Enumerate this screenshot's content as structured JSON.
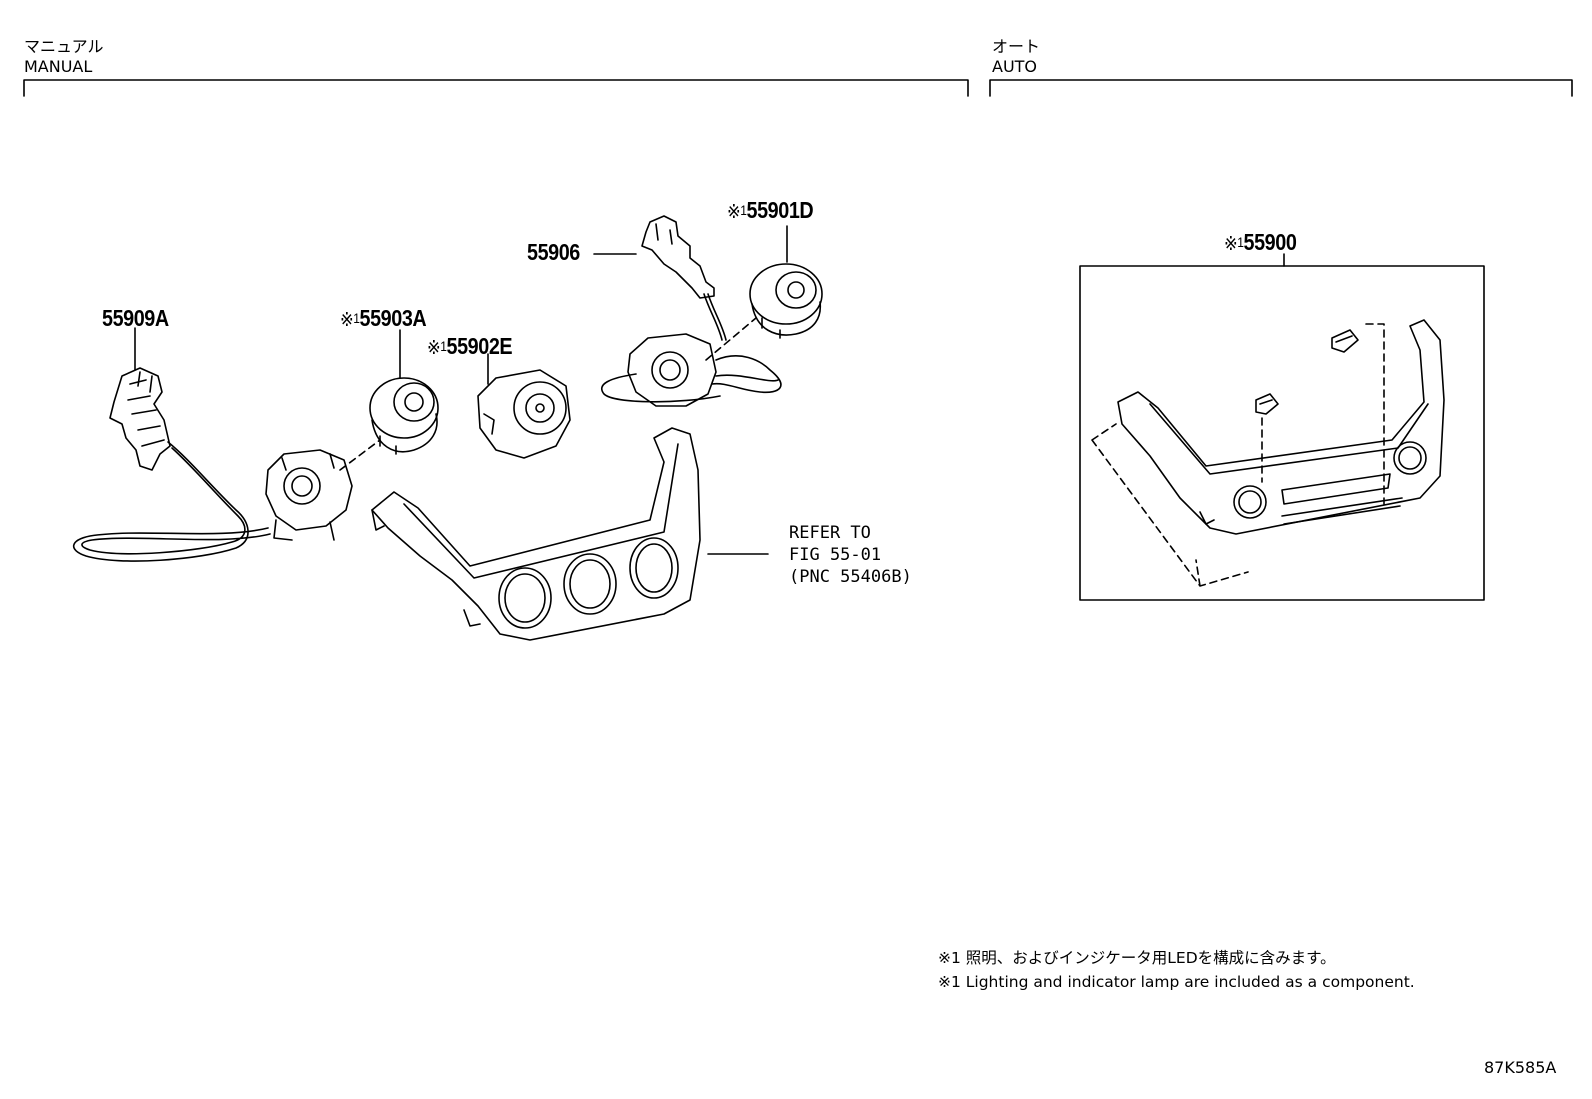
{
  "sections": {
    "manual": {
      "jp": "マニュアル",
      "en": "MANUAL"
    },
    "auto": {
      "jp": "オート",
      "en": "AUTO"
    }
  },
  "parts": {
    "p55909A": {
      "code": "55909A"
    },
    "p55906": {
      "code": "55906"
    },
    "p55901D": {
      "mark": "※",
      "sup": "1",
      "code": "55901D"
    },
    "p55903A": {
      "mark": "※",
      "sup": "1",
      "code": "55903A"
    },
    "p55902E": {
      "mark": "※",
      "sup": "1",
      "code": "55902E"
    },
    "p55900": {
      "mark": "※",
      "sup": "1",
      "code": "55900"
    }
  },
  "refer": {
    "line1": "REFER TO",
    "line2": "FIG 55-01",
    "line3": "(PNC 55406B)"
  },
  "notes": {
    "jp": "※1 照明、およびインジケータ用LEDを構成に含みます。",
    "en": "※1 Lighting and indicator lamp are included as a component."
  },
  "diagram_code": "87K585A"
}
